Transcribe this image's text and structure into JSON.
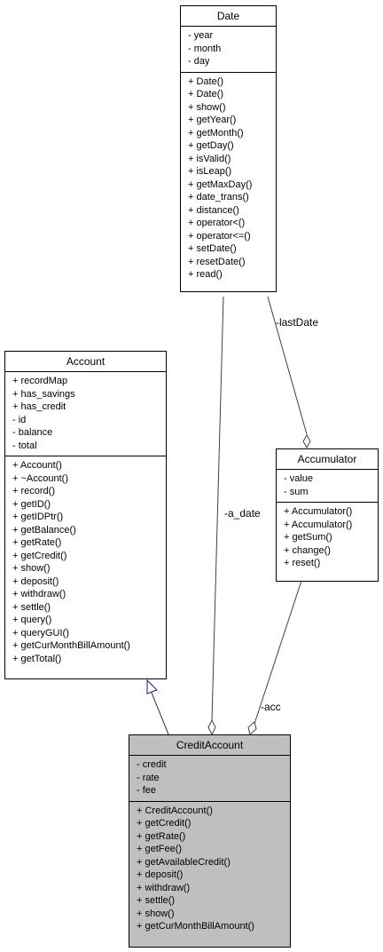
{
  "classes": {
    "date": {
      "name": "Date",
      "attributes": [
        "- year",
        "- month",
        "- day"
      ],
      "methods": [
        "+ Date()",
        "+ Date()",
        "+ show()",
        "+ getYear()",
        "+ getMonth()",
        "+ getDay()",
        "+ isValid()",
        "+ isLeap()",
        "+ getMaxDay()",
        "+ date_trans()",
        "+ distance()",
        "+ operator<()",
        "+ operator<=()",
        "+ setDate()",
        "+ resetDate()",
        "+ read()"
      ]
    },
    "account": {
      "name": "Account",
      "attributes": [
        "+ recordMap",
        "+ has_savings",
        "+ has_credit",
        "- id",
        "- balance",
        "- total"
      ],
      "methods": [
        "+ Account()",
        "+ ~Account()",
        "+ record()",
        "+ getID()",
        "+ getIDPtr()",
        "+ getBalance()",
        "+ getRate()",
        "+ getCredit()",
        "+ show()",
        "+ deposit()",
        "+ withdraw()",
        "+ settle()",
        "+ query()",
        "+ queryGUI()",
        "+ getCurMonthBillAmount()",
        "+ getTotal()"
      ]
    },
    "accumulator": {
      "name": "Accumulator",
      "attributes": [
        "- value",
        "- sum"
      ],
      "methods": [
        "+ Accumulator()",
        "+ Accumulator()",
        "+ getSum()",
        "+ change()",
        "+ reset()"
      ]
    },
    "credit_account": {
      "name": "CreditAccount",
      "attributes": [
        "- credit",
        "- rate",
        "- fee"
      ],
      "methods": [
        "+ CreditAccount()",
        "+ getCredit()",
        "+ getRate()",
        "+ getFee()",
        "+ getAvailableCredit()",
        "+ deposit()",
        "+ withdraw()",
        "+ settle()",
        "+ show()",
        "+ getCurMonthBillAmount()"
      ]
    }
  },
  "edges": {
    "last_date_label": "-lastDate",
    "a_date_label": "-a_date",
    "acc_label": "-acc"
  },
  "colors": {
    "highlight_fill": "#bfbfbf",
    "inheritance_edge": "#191970",
    "composition_edge": "#404040"
  }
}
